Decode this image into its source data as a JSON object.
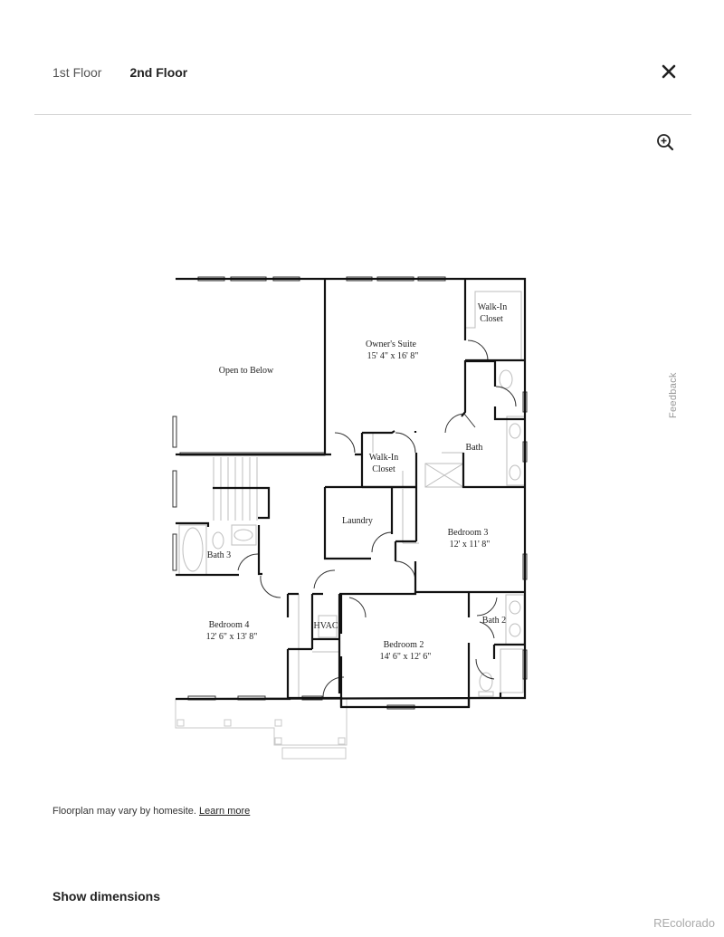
{
  "header": {
    "tabs": [
      {
        "label": "1st Floor",
        "active": false
      },
      {
        "label": "2nd Floor",
        "active": true
      }
    ],
    "close_icon": "close-icon"
  },
  "toolbar": {
    "zoom_icon": "zoom-in-icon"
  },
  "feedback": {
    "label": "Feedback"
  },
  "floorplan": {
    "floor": "2nd Floor",
    "rooms": {
      "open_to_below": {
        "name": "Open to Below"
      },
      "owners_suite": {
        "name": "Owner's Suite",
        "size": "15' 4\" x 16' 8\""
      },
      "walk_in_closet_1": {
        "name_line1": "Walk-In",
        "name_line2": "Closet"
      },
      "walk_in_closet_2": {
        "name_line1": "Walk-In",
        "name_line2": "Closet"
      },
      "bath": {
        "name": "Bath"
      },
      "laundry": {
        "name": "Laundry"
      },
      "bedroom3": {
        "name": "Bedroom 3",
        "size": "12' x 11' 8\""
      },
      "bath3": {
        "name": "Bath 3"
      },
      "bedroom4": {
        "name": "Bedroom 4",
        "size": "12' 6\" x 13' 8\""
      },
      "hvac": {
        "name": "HVAC"
      },
      "bedroom2": {
        "name": "Bedroom 2",
        "size": "14' 6\" x 12' 6\""
      },
      "bath2": {
        "name": "Bath 2"
      }
    }
  },
  "footer": {
    "disclaimer": "Floorplan may vary by homesite.",
    "learn_more": "Learn more",
    "show_dimensions": "Show dimensions"
  },
  "watermark": "REcolorado"
}
